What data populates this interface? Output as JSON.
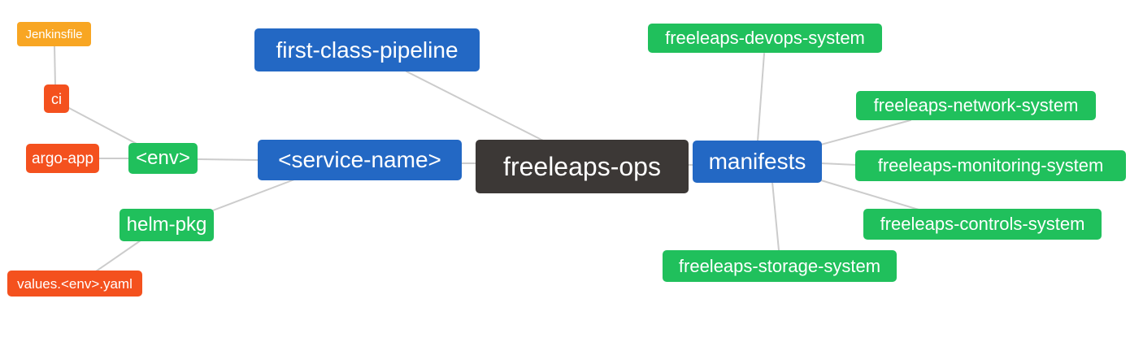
{
  "diagram": {
    "type": "mindmap",
    "root_label": "freeleaps-ops"
  },
  "colors": {
    "background": "#ffffff",
    "text": "#ffffff",
    "edge": "#cccccc",
    "root": "#3c3836",
    "branch": "#2368c4",
    "leaf": "#20c05c",
    "accent": "#f4511e",
    "file": "#f8a623"
  },
  "nodes": [
    {
      "id": "freeleaps-ops",
      "label": "freeleaps-ops",
      "level": "root"
    },
    {
      "id": "first-class-pipeline",
      "label": "first-class-pipeline",
      "level": "branch"
    },
    {
      "id": "service-name",
      "label": "<service-name>",
      "level": "branch"
    },
    {
      "id": "env",
      "label": "<env>",
      "level": "leaf"
    },
    {
      "id": "ci",
      "label": "ci",
      "level": "accent"
    },
    {
      "id": "jenkinsfile",
      "label": "Jenkinsfile",
      "level": "file"
    },
    {
      "id": "argo-app",
      "label": "argo-app",
      "level": "accent"
    },
    {
      "id": "helm-pkg",
      "label": "helm-pkg",
      "level": "leaf"
    },
    {
      "id": "values-env-yaml",
      "label": "values.<env>.yaml",
      "level": "accent"
    },
    {
      "id": "manifests",
      "label": "manifests",
      "level": "branch"
    },
    {
      "id": "freeleaps-devops-system",
      "label": "freeleaps-devops-system",
      "level": "leaf"
    },
    {
      "id": "freeleaps-network-system",
      "label": "freeleaps-network-system",
      "level": "leaf"
    },
    {
      "id": "freeleaps-monitoring-system",
      "label": "freeleaps-monitoring-system",
      "level": "leaf"
    },
    {
      "id": "freeleaps-controls-system",
      "label": "freeleaps-controls-system",
      "level": "leaf"
    },
    {
      "id": "freeleaps-storage-system",
      "label": "freeleaps-storage-system",
      "level": "leaf"
    }
  ],
  "edges": [
    {
      "from": "freeleaps-ops",
      "to": "first-class-pipeline"
    },
    {
      "from": "freeleaps-ops",
      "to": "<service-name>"
    },
    {
      "from": "freeleaps-ops",
      "to": "manifests"
    },
    {
      "from": "<service-name>",
      "to": "<env>"
    },
    {
      "from": "<service-name>",
      "to": "helm-pkg"
    },
    {
      "from": "<env>",
      "to": "ci"
    },
    {
      "from": "<env>",
      "to": "argo-app"
    },
    {
      "from": "ci",
      "to": "Jenkinsfile"
    },
    {
      "from": "helm-pkg",
      "to": "values.<env>.yaml"
    },
    {
      "from": "manifests",
      "to": "freeleaps-devops-system"
    },
    {
      "from": "manifests",
      "to": "freeleaps-network-system"
    },
    {
      "from": "manifests",
      "to": "freeleaps-monitoring-system"
    },
    {
      "from": "manifests",
      "to": "freeleaps-controls-system"
    },
    {
      "from": "manifests",
      "to": "freeleaps-storage-system"
    }
  ]
}
